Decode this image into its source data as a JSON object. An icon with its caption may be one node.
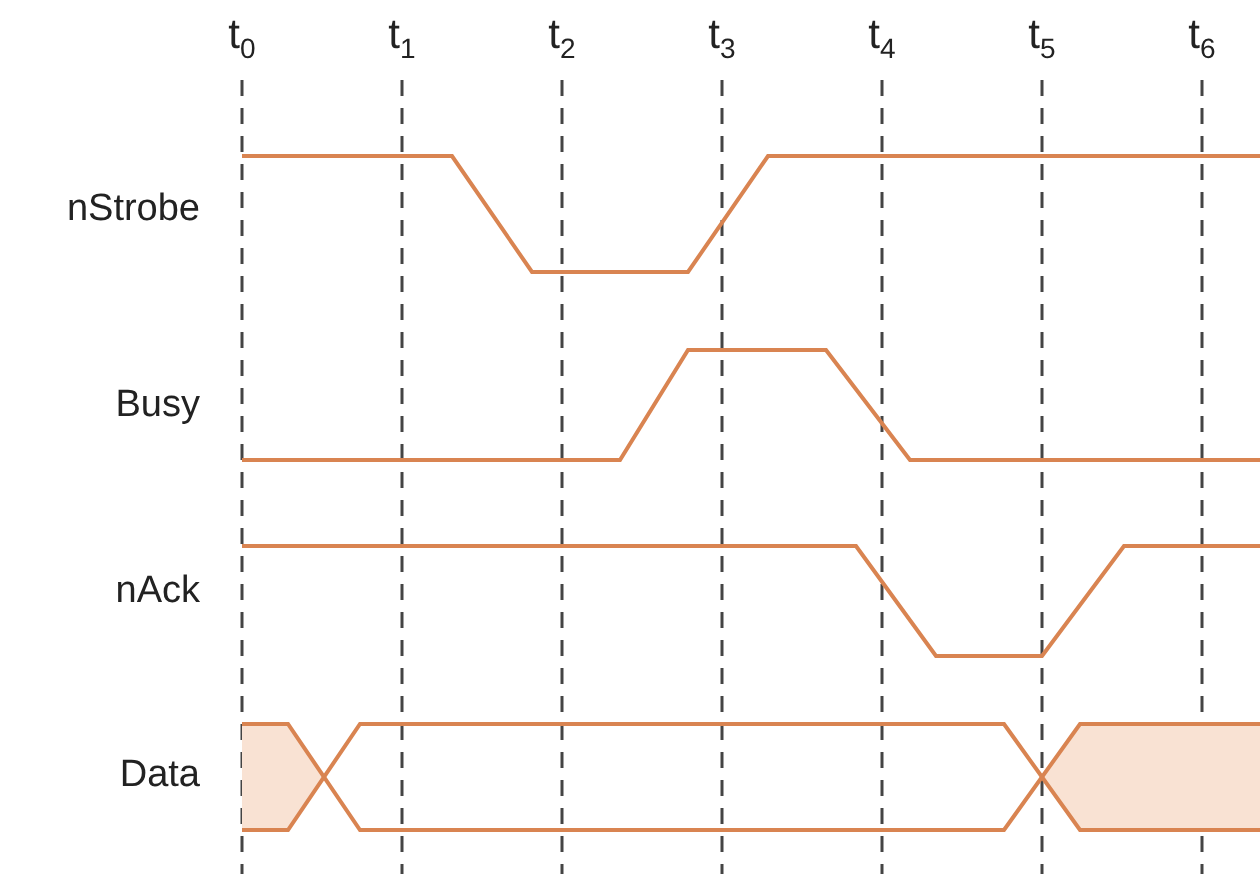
{
  "diagram": {
    "labels": [
      "t$_{0}$",
      "t$_{1}$",
      "t$_{2}$",
      "t$_{3}$",
      "t$_{4}$",
      "t$_{5}$",
      "t$_{6}$",
      "nStrobe",
      "Busy",
      "nAck",
      "Data"
    ]
  }
}
